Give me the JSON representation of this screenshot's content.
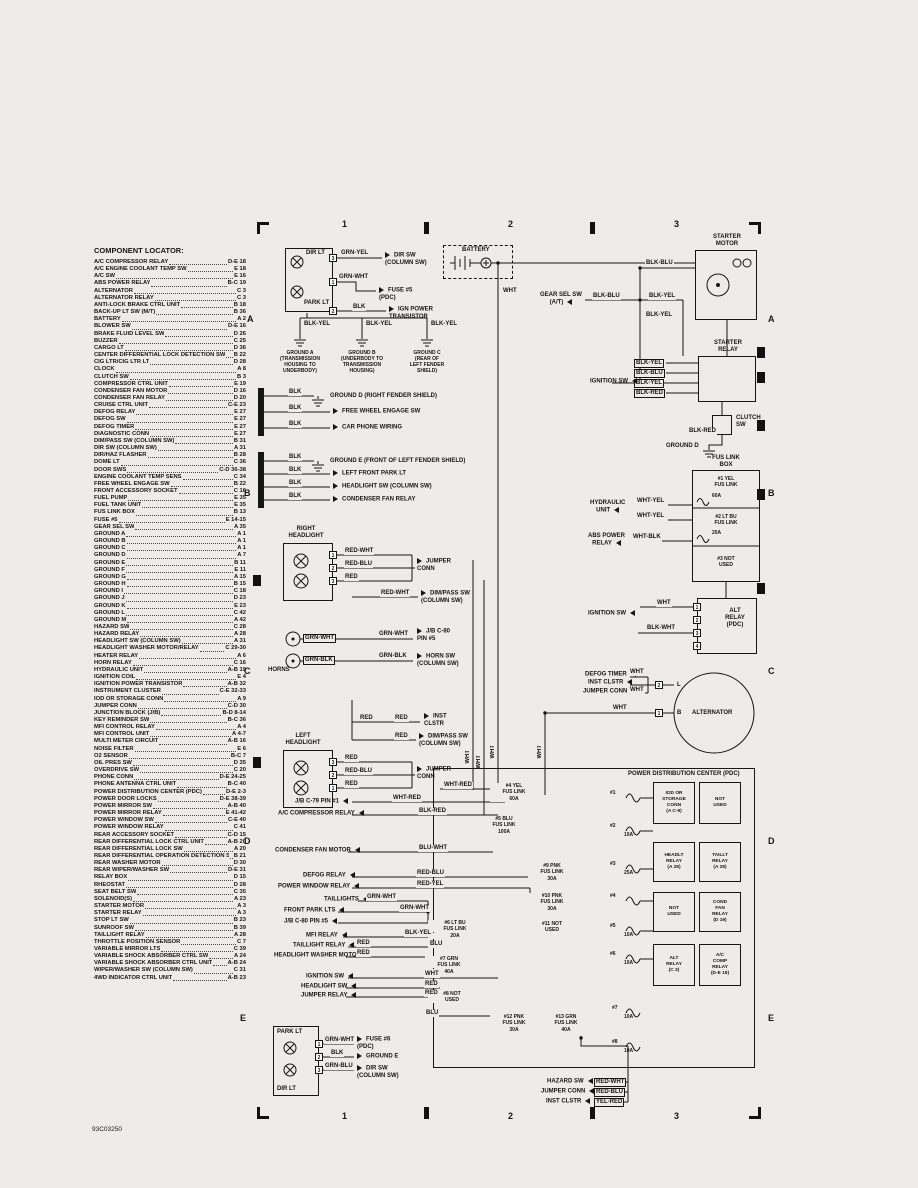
{
  "meta": {
    "doc_number": "93C03250"
  },
  "grid": {
    "c1": "1",
    "c2": "2",
    "c3": "3",
    "rA": "A",
    "rB": "B",
    "rC": "C",
    "rD": "D",
    "rE": "E"
  },
  "locator": {
    "title": "COMPONENT LOCATOR:",
    "items": [
      {
        "l": "A/C COMPRESSOR RELAY",
        "r": "D-E 18"
      },
      {
        "l": "A/C ENGINE COOLANT TEMP SW",
        "r": "E 18"
      },
      {
        "l": "A/C SW",
        "r": "E 16"
      },
      {
        "l": "ABS POWER RELAY",
        "r": "B-C 19"
      },
      {
        "l": "ALTERNATOR",
        "r": "C 3"
      },
      {
        "l": "ALTERNATOR RELAY",
        "r": "C 3"
      },
      {
        "l": "ANTI-LOCK BRAKE CTRL UNIT",
        "r": "B 18"
      },
      {
        "l": "BACK-UP LT SW (M/T)",
        "r": "B 36"
      },
      {
        "l": "BATTERY",
        "r": "A 2"
      },
      {
        "l": "BLOWER SW",
        "r": "D-E 16"
      },
      {
        "l": "BRAKE FLUID LEVEL SW",
        "r": "D 26"
      },
      {
        "l": "BUZZER",
        "r": "C 25"
      },
      {
        "l": "CARGO LT",
        "r": "D 36"
      },
      {
        "l": "CENTER DIFFERENTIAL LOCK DETECTION SW",
        "r": "B 22"
      },
      {
        "l": "CIG LTR/CIG LTR LT",
        "r": "D 28"
      },
      {
        "l": "CLOCK",
        "r": "A 8"
      },
      {
        "l": "CLUTCH SW",
        "r": "B 3"
      },
      {
        "l": "COMPRESSOR CTRL UNIT",
        "r": "E 19"
      },
      {
        "l": "CONDENSER FAN MOTOR",
        "r": "D 16"
      },
      {
        "l": "CONDENSER FAN RELAY",
        "r": "D 20"
      },
      {
        "l": "CRUISE CTRL UNIT",
        "r": "C-E 23"
      },
      {
        "l": "DEFOG RELAY",
        "r": "E 27"
      },
      {
        "l": "DEFOG SW",
        "r": "E 27"
      },
      {
        "l": "DEFOG TIMER",
        "r": "E 27"
      },
      {
        "l": "DIAGNOSTIC CONN",
        "r": "E 27"
      },
      {
        "l": "DIM/PASS SW (COLUMN SW)",
        "r": "B 31"
      },
      {
        "l": "DIR SW (COLUMN SW)",
        "r": "A 31"
      },
      {
        "l": "DIR/HAZ FLASHER",
        "r": "B 28"
      },
      {
        "l": "DOME LT",
        "r": "C 36"
      },
      {
        "l": "DOOR SWS",
        "r": "C-D 36-38"
      },
      {
        "l": "ENGINE COOLANT TEMP SENS",
        "r": "C 34"
      },
      {
        "l": "FREE WHEEL ENGAGE SW",
        "r": "B 22"
      },
      {
        "l": "FRONT ACCESSORY SOCKET",
        "r": "C 16"
      },
      {
        "l": "FUEL PUMP",
        "r": "E 35"
      },
      {
        "l": "FUEL TANK UNIT",
        "r": "E 35"
      },
      {
        "l": "FUS LINK BOX",
        "r": "B 13"
      },
      {
        "l": "FUSE #5",
        "r": "E 14-15"
      },
      {
        "l": "GEAR SEL SW",
        "r": "A 35"
      },
      {
        "l": "GROUND A",
        "r": "A 1"
      },
      {
        "l": "GROUND B",
        "r": "A 1"
      },
      {
        "l": "GROUND C",
        "r": "A 1"
      },
      {
        "l": "GROUND D",
        "r": "A 7"
      },
      {
        "l": "GROUND E",
        "r": "B 11"
      },
      {
        "l": "GROUND F",
        "r": "E 11"
      },
      {
        "l": "GROUND G",
        "r": "A 15"
      },
      {
        "l": "GROUND H",
        "r": "B 15"
      },
      {
        "l": "GROUND I",
        "r": "C 18"
      },
      {
        "l": "GROUND J",
        "r": "D 23"
      },
      {
        "l": "GROUND K",
        "r": "E 23"
      },
      {
        "l": "GROUND L",
        "r": "C 42"
      },
      {
        "l": "GROUND M",
        "r": "A 42"
      },
      {
        "l": "HAZARD SW",
        "r": "C 28"
      },
      {
        "l": "HAZARD RELAY",
        "r": "A 28"
      },
      {
        "l": "HEADLIGHT SW (COLUMN SW)",
        "r": "A 31"
      },
      {
        "l": "HEADLIGHT WASHER MOTOR/RELAY",
        "r": "C 29-30"
      },
      {
        "l": "HEATER RELAY",
        "r": "A 6"
      },
      {
        "l": "HORN RELAY",
        "r": "C 16"
      },
      {
        "l": "HYDRAULIC UNIT",
        "r": "A-B 19"
      },
      {
        "l": "IGNITION COIL",
        "r": "E 4"
      },
      {
        "l": "IGNITION POWER TRANSISTOR",
        "r": "A-B 32"
      },
      {
        "l": "INSTRUMENT CLUSTER",
        "r": "C-E 32-33"
      },
      {
        "l": "IOD OR STORAGE CONN",
        "r": "A 9"
      },
      {
        "l": "JUMPER CONN",
        "r": "C-D 30"
      },
      {
        "l": "JUNCTION BLOCK (J/B)",
        "r": "B-D 8-14"
      },
      {
        "l": "KEY REMINDER SW",
        "r": "B-C 36"
      },
      {
        "l": "MFI CONTROL RELAY",
        "r": "A 4"
      },
      {
        "l": "MFI CONTROL UNIT",
        "r": "A 4-7"
      },
      {
        "l": "MULTI METER CIRCUIT",
        "r": "A-B 16"
      },
      {
        "l": "NOISE FILTER",
        "r": "E 6"
      },
      {
        "l": "O2 SENSOR",
        "r": "B-C 7"
      },
      {
        "l": "OIL PRES SW",
        "r": "D 35"
      },
      {
        "l": "OVERDRIVE SW",
        "r": "C 20"
      },
      {
        "l": "PHONE CONN",
        "r": "D-E 24-25"
      },
      {
        "l": "PHONE ANTENNA CTRL UNIT",
        "r": "B-C 40"
      },
      {
        "l": "POWER DISTRIBUTION CENTER (PDC)",
        "r": "D-E 2-3"
      },
      {
        "l": "POWER DOOR LOCKS",
        "r": "D-E 38-39"
      },
      {
        "l": "POWER MIRROR SW",
        "r": "A-B 40"
      },
      {
        "l": "POWER MIRROR RELAY",
        "r": "E 41-42"
      },
      {
        "l": "POWER WINDOW SW",
        "r": "C-E 40"
      },
      {
        "l": "POWER WINDOW RELAY",
        "r": "C 41"
      },
      {
        "l": "REAR ACCESSORY SOCKET",
        "r": "C-D 15"
      },
      {
        "l": "REAR DIFFERENTIAL LOCK CTRL UNIT",
        "r": "A-B 20"
      },
      {
        "l": "REAR DIFFERENTIAL LOCK SW",
        "r": "A 20"
      },
      {
        "l": "REAR DIFFERENTIAL OPERATION DETECTION SW",
        "r": "B 21"
      },
      {
        "l": "REAR WASHER MOTOR",
        "r": "D 30"
      },
      {
        "l": "REAR WIPER/WASHER SW",
        "r": "D-E 31"
      },
      {
        "l": "RELAY BOX",
        "r": "D 15"
      },
      {
        "l": "RHEOSTAT",
        "r": "D 28"
      },
      {
        "l": "SEAT BELT SW",
        "r": "C 35"
      },
      {
        "l": "SOLENOID(S)",
        "r": "A 23"
      },
      {
        "l": "STARTER MOTOR",
        "r": "A 3"
      },
      {
        "l": "STARTER RELAY",
        "r": "A 3"
      },
      {
        "l": "STOP LT SW",
        "r": "B 23"
      },
      {
        "l": "SUNROOF SW",
        "r": "B 39"
      },
      {
        "l": "TAILLIGHT RELAY",
        "r": "A 28"
      },
      {
        "l": "THROTTLE POSITION SENSOR",
        "r": "C 7"
      },
      {
        "l": "VARIABLE MIRROR LTS",
        "r": "C 39"
      },
      {
        "l": "VARIABLE SHOCK ABSORBER CTRL SW",
        "r": "A 24"
      },
      {
        "l": "VARIABLE SHOCK ABSORBER CTRL UNIT",
        "r": "A-B 24"
      },
      {
        "l": "WIPER/WASHER SW (COLUMN SW)",
        "r": "C 31"
      },
      {
        "l": "4WD INDICATOR CTRL UNIT",
        "r": "A-B 23"
      }
    ]
  },
  "wire": {
    "grn_yel": "GRN-YEL",
    "grn_wht": "GRN-WHT",
    "grn_blk": "GRN-BLK",
    "grn_blu": "GRN-BLU",
    "blk": "BLK",
    "blk_yel": "BLK-YEL",
    "blk_blu": "BLK-BLU",
    "blk_red": "BLK-RED",
    "blk_wht": "BLK-WHT",
    "wht": "WHT",
    "wht_yel": "WHT-YEL",
    "wht_blk": "WHT-BLK",
    "wht_red": "WHT-RED",
    "red": "RED",
    "red_wht": "RED-WHT",
    "red_blu": "RED-BLU",
    "red_yel": "RED-YEL",
    "blu": "BLU",
    "blu_wht": "BLU-WHT",
    "yel_red": "YEL-RED"
  },
  "term": {
    "t1": "1",
    "t2": "2",
    "t3": "3",
    "t4": "4",
    "tL": "L",
    "tB": "B"
  },
  "lbl": {
    "dir_lt": "DIR LT",
    "park_lt": "PARK LT",
    "dir_sw": "DIR SW\n(COLUMN SW)",
    "fuse5": "FUSE #5\n(PDC)",
    "fuse6": "FUSE #6\n(PDC)",
    "ign_pwr": "IGN POWER\nTRANSISTOR",
    "gnd_a": "GROUND A\n(TRANSMISSION\nHOUSING TO\nUNDERBODY)",
    "gnd_b": "GROUND B\n(UNDERBODY TO\nTRANSMISSION\nHOUSING)",
    "gnd_c": "GROUND C\n(REAR OF\nLEFT FENDER\nSHIELD)",
    "battery": "BATTERY",
    "starter_motor": "STARTER\nMOTOR",
    "gear_sel": "GEAR SEL SW\n(A/T)",
    "starter_relay": "STARTER\nRELAY",
    "ignition_sw": "IGNITION SW",
    "clutch_sw": "CLUTCH\nSW",
    "ground_d": "GROUND D",
    "gnd_d_rf": "GROUND D (RIGHT FENDER SHIELD)",
    "free_wheel": "FREE WHEEL ENGAGE SW",
    "car_phone": "CAR PHONE WIRING",
    "gnd_e_front": "GROUND E (FRONT OF LEFT FENDER SHIELD)",
    "lf_park_lt": "LEFT FRONT PARK LT",
    "hl_sw_col": "HEADLIGHT SW (COLUMN SW)",
    "cond_fan_relay": "CONDENSER FAN RELAY",
    "fus_link_box": "FUS LINK\nBOX",
    "flb1": "#1 YEL\nFUS LINK",
    "flb1a": "60A",
    "flb2": "#2 LT BU\nFUS LINK",
    "flb2a": "20A",
    "flb3": "#3 NOT\nUSED",
    "hydraulic": "HYDRAULIC\nUNIT",
    "abs_power": "ABS POWER\nRELAY",
    "right_hl": "RIGHT\nHEADLIGHT",
    "left_hl": "LEFT\nHEADLIGHT",
    "jumper_conn": "JUMPER\nCONN",
    "dim_pass": "DIM/PASS SW\n(COLUMN SW)",
    "horns": "HORNS",
    "jb_c80": "J/B C-80\nPIN #5",
    "horn_sw": "HORN SW\n(COLUMN SW)",
    "inst_clstr2": "INST\nCLSTR",
    "alt_relay_pdc": "ALT\nRELAY\n(PDC)",
    "defog_timer": "DEFOG TIMER",
    "inst_clstr": "INST CLSTR",
    "jumper_conn1": "JUMPER CONN",
    "alternator": "ALTERNATOR",
    "jb_c79": "J/B C-79 PIN #1",
    "ac_comp_relay": "A/C COMPRESSOR RELAY",
    "cond_fan_motor": "CONDENSER FAN MOTOR",
    "defog_relay": "DEFOG RELAY",
    "pw_relay": "POWER WINDOW RELAY",
    "taillights": "TAILLIGHTS",
    "front_park": "FRONT PARK LTS",
    "jb_c80_1": "J/B C-80 PIN #5",
    "mfi_relay": "MFI RELAY",
    "taillight_relay": "TAILLIGHT RELAY",
    "hl_washer": "HEADLIGHT WASHER MOTOR",
    "headlight_sw": "HEADLIGHT SW",
    "jumper_relay": "JUMPER RELAY",
    "hazard_sw": "HAZARD SW",
    "ground_e": "GROUND E"
  },
  "pdc": {
    "title": "POWER DISTRIBUTION CENTER (PDC)",
    "fuses": [
      {
        "n": "#1",
        "a": ""
      },
      {
        "n": "#2",
        "a": "10A"
      },
      {
        "n": "#3",
        "a": "25A"
      },
      {
        "n": "#4",
        "a": ""
      },
      {
        "n": "#5",
        "a": "10A"
      },
      {
        "n": "#6",
        "a": "10A"
      },
      {
        "n": "#7",
        "a": "10A"
      },
      {
        "n": "#8",
        "a": "10A"
      }
    ],
    "links": {
      "f4": "#4 YEL\nFUS LINK",
      "f4a": "60A",
      "f5": "#5 BLU\nFUS LINK",
      "f5a": "100A",
      "f9": "#9 PNK\nFUS LINK",
      "f9a": "30A",
      "f10": "#10 PNK\nFUS LINK",
      "f10a": "30A",
      "f6": "#6 LT BU\nFUS LINK",
      "f6a": "20A",
      "f11": "#11 NOT\nUSED",
      "f7": "#7 GRN\nFUS LINK",
      "f7a": "40A",
      "f8": "#8 NOT\nUSED",
      "f12": "#12 PNK\nFUS LINK",
      "f12a": "30A",
      "f13": "#13 GRN\nFUS LINK",
      "f13a": "40A"
    },
    "relays": {
      "iod": "IOD OR\nSTORAGE\nCONN\n(A C-9)",
      "nu": "NOT\nUSED",
      "headlt": "HEADLT\nRELAY\n(A 28)",
      "taillt": "TAILLT\nRELAY\n(A 28)",
      "condfan": "COND\nFAN\nRELAY\n(D 19)",
      "alt": "ALT\nRELAY\n(C 3)",
      "accomp": "A/C\nCOMP\nRELAY\n(D-E 19)"
    }
  }
}
